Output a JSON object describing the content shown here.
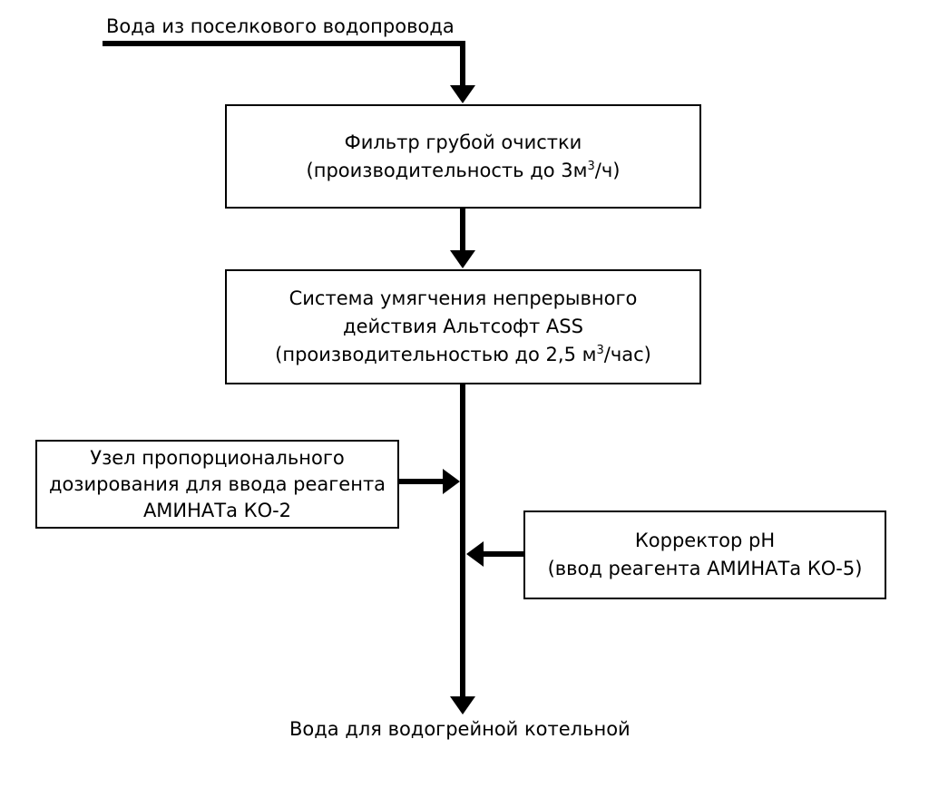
{
  "diagram": {
    "input_label": "Вода из поселкового водопровода",
    "output_label": "Вода для водогрейной котельной",
    "filter": {
      "line1": "Фильтр грубой очистки",
      "line2_before": "(производительность до 3м",
      "line2_sup": "3",
      "line2_after": "/ч)"
    },
    "softener": {
      "line1": "Система умягчения непрерывного",
      "line2": "действия Альтсофт ASS",
      "line3_before": "(производительностью до 2,5 м",
      "line3_sup": "3",
      "line3_after": "/час)"
    },
    "dosing": {
      "line1": "Узел пропорционального",
      "line2": "дозирования для ввода  реагента",
      "line3": "АМИНАТа КО-2"
    },
    "ph_corrector": {
      "line1": "Корректор рН",
      "line2": "(ввод  реагента АМИНАТа КО-5)"
    },
    "colors": {
      "line": "#000000",
      "background": "#ffffff"
    }
  }
}
